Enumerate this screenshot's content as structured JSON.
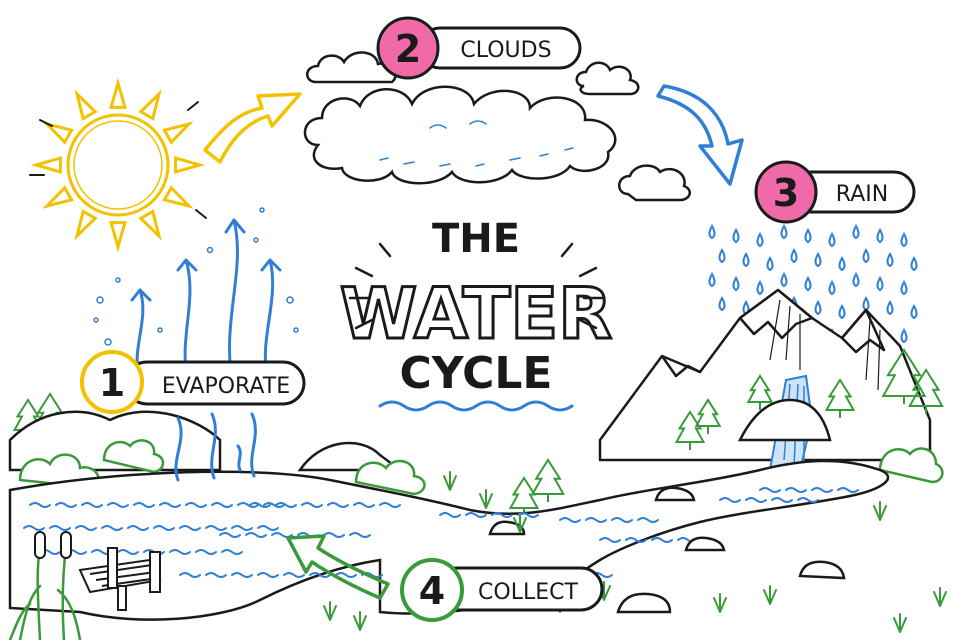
{
  "title": {
    "line1": "THE",
    "line2": "WATER",
    "line3": "CYCLE"
  },
  "steps": [
    {
      "number": "1",
      "label": "EVAPORATE",
      "color": "#f2c200"
    },
    {
      "number": "2",
      "label": "CLOUDS",
      "color": "#f06aa8"
    },
    {
      "number": "3",
      "label": "RAIN",
      "color": "#f06aa8"
    },
    {
      "number": "4",
      "label": "COLLECT",
      "color": "#3a9a3a"
    }
  ],
  "colors": {
    "outline": "#1a1a1a",
    "sun": "#f2c200",
    "water": "#2f7fd8",
    "plants": "#3a9a3a",
    "background": "#ffffff"
  },
  "icons": [
    "sun-icon",
    "cloud-icon",
    "raindrop-icon",
    "mountain-icon",
    "waterfall-icon",
    "tree-icon",
    "cattail-icon",
    "dock-icon",
    "rock-icon"
  ]
}
